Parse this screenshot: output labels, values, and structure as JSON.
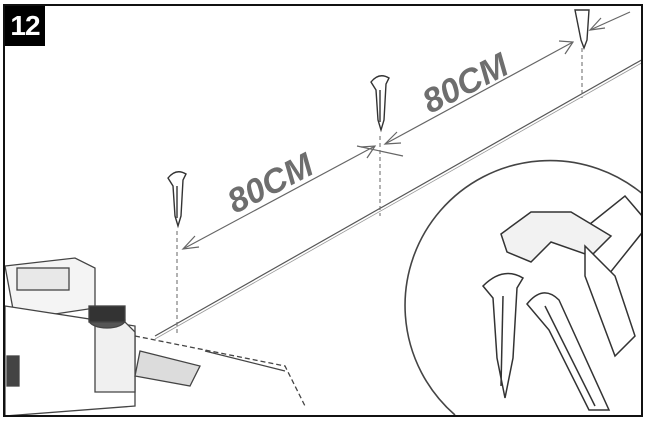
{
  "step": {
    "number": "12"
  },
  "dimensions": [
    {
      "label": "80CM"
    },
    {
      "label": "80CM"
    }
  ],
  "colors": {
    "badge_bg": "#000000",
    "badge_text": "#ffffff",
    "line_art": "#555555",
    "label_text": "#6e6e6e"
  },
  "icons": [
    "peg-icon",
    "hammer-icon",
    "robot-mower-icon",
    "boundary-wire-icon",
    "magnifier-circle-icon"
  ]
}
